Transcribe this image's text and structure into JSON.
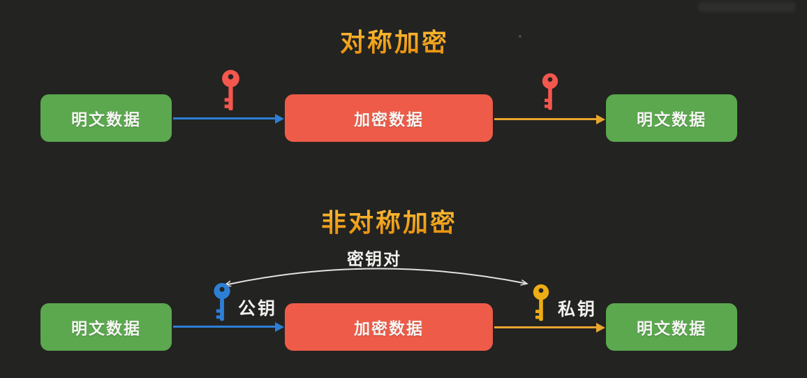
{
  "colors": {
    "background": "#232321",
    "green_box": "#5BA84F",
    "red_box": "#EF5B49",
    "blue_arrow": "#2D7FD6",
    "orange_arrow": "#E8A52F",
    "red_key": "#F4574E",
    "blue_key": "#2D7FD6",
    "yellow_key": "#EDAD14",
    "title_orange": "#F2A31F",
    "label_white": "#F2F2EF",
    "curve_arrow": "#E2E2E0"
  },
  "icons": {
    "symmetric_encrypt_key": "red-key-icon",
    "symmetric_decrypt_key": "red-key-icon",
    "asymmetric_public_key": "blue-key-icon",
    "asymmetric_private_key": "yellow-key-icon",
    "keypair_link": "curved-double-arrow-icon"
  },
  "symmetric": {
    "title": "对称加密",
    "left_box": "明文数据",
    "middle_box": "加密数据",
    "right_box": "明文数据"
  },
  "asymmetric": {
    "title": "非对称加密",
    "keypair_label": "密钥对",
    "public_key_label": "公钥",
    "private_key_label": "私钥",
    "left_box": "明文数据",
    "middle_box": "加密数据",
    "right_box": "明文数据"
  }
}
